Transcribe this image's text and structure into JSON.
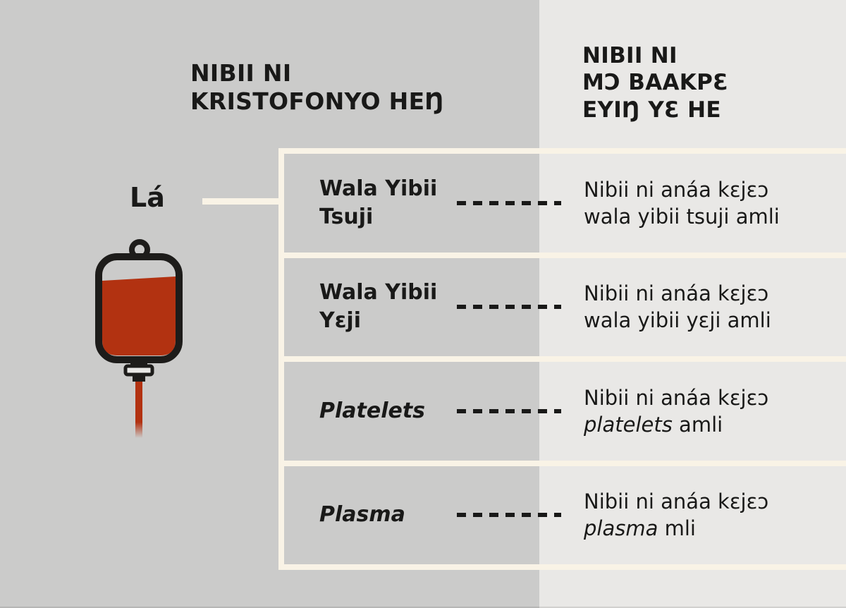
{
  "colors": {
    "background_left": "#cbcbca",
    "background_right": "#e9e8e6",
    "accent_cream": "#f9f3e6",
    "blood_red": "#b23211",
    "outline_black": "#1d1c1a",
    "text": "#191918"
  },
  "left_header": {
    "lines": [
      "NIBII NI",
      "KRISTOFONYO HEŊ"
    ]
  },
  "right_header": {
    "lines": [
      "NIBII NI",
      "MƆ BAAKPƐ",
      "EYIŊ YƐ HE"
    ]
  },
  "source": {
    "label": "Lá",
    "icon": "blood-bag-icon"
  },
  "rows": [
    {
      "label_lines": [
        "Wala Yibii",
        "Tsuji"
      ],
      "label_italic": false,
      "desc_lines": [
        [
          {
            "t": "Nibii ni anáa kɛjɛɔ"
          }
        ],
        [
          {
            "t": "wala yibii tsuji amli"
          }
        ]
      ]
    },
    {
      "label_lines": [
        "Wala Yibii",
        "Yɛji"
      ],
      "label_italic": false,
      "desc_lines": [
        [
          {
            "t": "Nibii ni anáa kɛjɛɔ"
          }
        ],
        [
          {
            "t": "wala yibii yɛji amli"
          }
        ]
      ]
    },
    {
      "label_lines": [
        "Platelets"
      ],
      "label_italic": true,
      "desc_lines": [
        [
          {
            "t": "Nibii ni anáa kɛjɛɔ"
          }
        ],
        [
          {
            "t": "platelets",
            "i": true
          },
          {
            "t": " amli"
          }
        ]
      ]
    },
    {
      "label_lines": [
        "Plasma"
      ],
      "label_italic": true,
      "desc_lines": [
        [
          {
            "t": "Nibii ni anáa kɛjɛɔ"
          }
        ],
        [
          {
            "t": "plasma",
            "i": true
          },
          {
            "t": " mli"
          }
        ]
      ]
    }
  ]
}
